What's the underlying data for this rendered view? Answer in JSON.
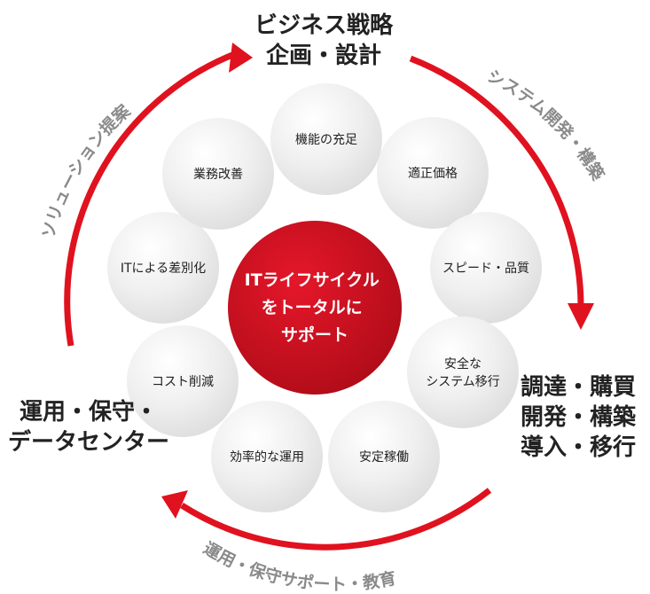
{
  "colors": {
    "accent": "#e0121f",
    "center_fill": "#c8101e",
    "center_text": "#ffffff",
    "node_fill": "#ebebeb",
    "node_text": "#222222",
    "arc_text": "#888888",
    "label_text": "#222222"
  },
  "corner_labels": {
    "top": [
      "ビジネス戦略",
      "企画・設計"
    ],
    "right": [
      "調達・購買",
      "開発・構築",
      "導入・移行"
    ],
    "left": [
      "運用・保守・",
      "データセンター"
    ]
  },
  "arc_labels": {
    "right": "システム開発・構築",
    "bottom": "運用・保守サポート・教育",
    "left": "ソリューション提案"
  },
  "center": {
    "lines": [
      "ITライフサイクル",
      "をトータルに",
      "サポート"
    ]
  },
  "nodes": [
    {
      "id": "kinou",
      "lines": [
        "機能の充足"
      ]
    },
    {
      "id": "tekisei",
      "lines": [
        "適正価格"
      ]
    },
    {
      "id": "speed",
      "lines": [
        "スピード・品質"
      ]
    },
    {
      "id": "anzen",
      "lines": [
        "安全な",
        "システム移行"
      ]
    },
    {
      "id": "antei",
      "lines": [
        "安定稼働"
      ]
    },
    {
      "id": "kouritsu",
      "lines": [
        "効率的な運用"
      ]
    },
    {
      "id": "cost",
      "lines": [
        "コスト削減"
      ]
    },
    {
      "id": "sabetsu",
      "lines": [
        "ITによる差別化"
      ]
    },
    {
      "id": "gyoumu",
      "lines": [
        "業務改善"
      ]
    }
  ]
}
